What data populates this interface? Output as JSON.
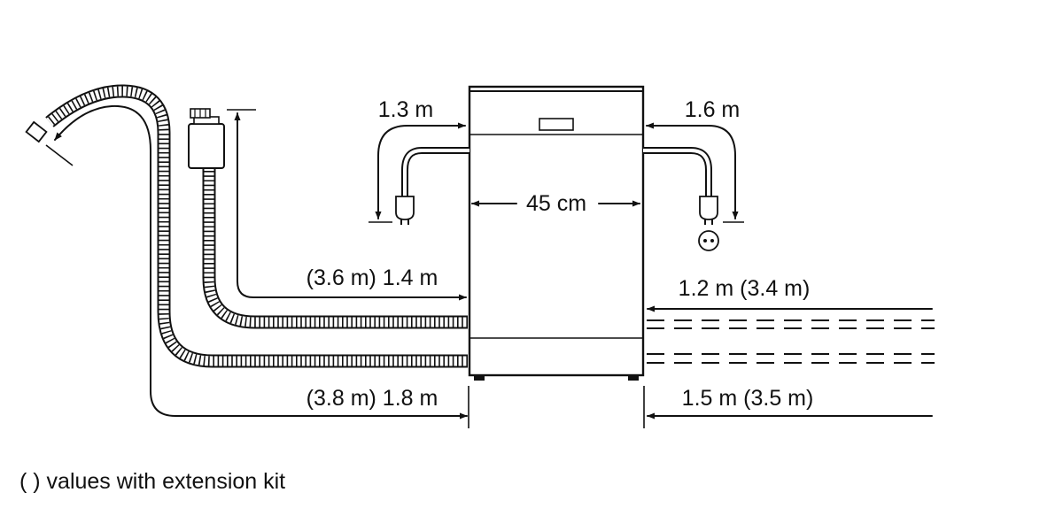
{
  "appliance": {
    "width_label": "45 cm"
  },
  "power_cable": {
    "left_length": "1.3 m",
    "right_length": "1.6 m"
  },
  "water_supply_hose": {
    "left_length": "(3.6 m) 1.4 m",
    "right_length": "1.2 m (3.4 m)"
  },
  "drain_hose": {
    "left_length": "(3.8 m) 1.8 m",
    "right_length": "1.5 m (3.5 m)"
  },
  "footnote": "( ) values with extension kit"
}
